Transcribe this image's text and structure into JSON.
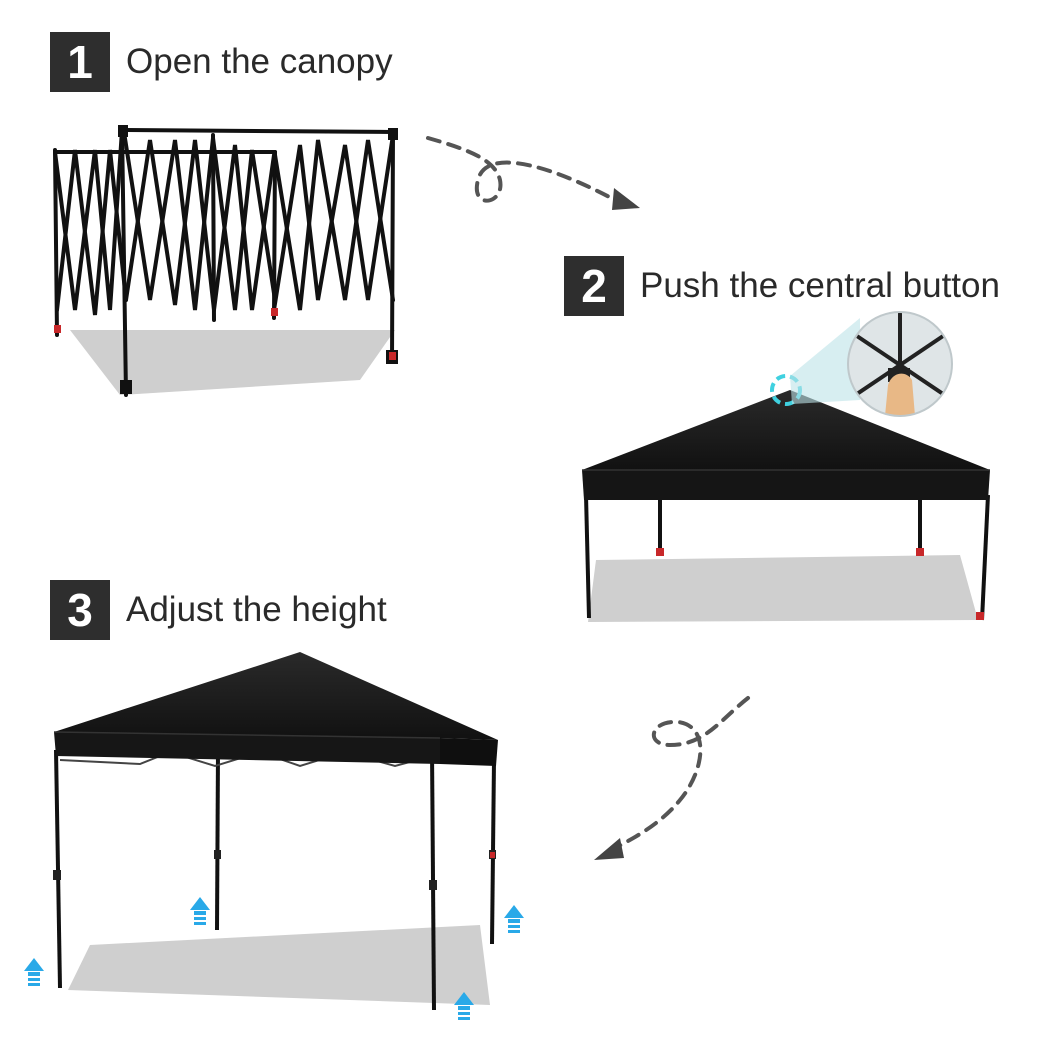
{
  "steps": [
    {
      "number": "1",
      "label": "Open the canopy"
    },
    {
      "number": "2",
      "label": "Push the central button"
    },
    {
      "number": "3",
      "label": "Adjust the height"
    }
  ],
  "colors": {
    "badge": "#2e2e2e",
    "canopy": "#1b1b1b",
    "frame": "#111111",
    "shadow": "#cfcfcf",
    "highlight": "#3fd1e0",
    "arrow_up": "#29a9e8",
    "dashed_arrow": "#555555"
  },
  "icons": [
    "dashed-curve-arrow-icon",
    "up-arrow-icon",
    "magnifier-circle-icon"
  ]
}
